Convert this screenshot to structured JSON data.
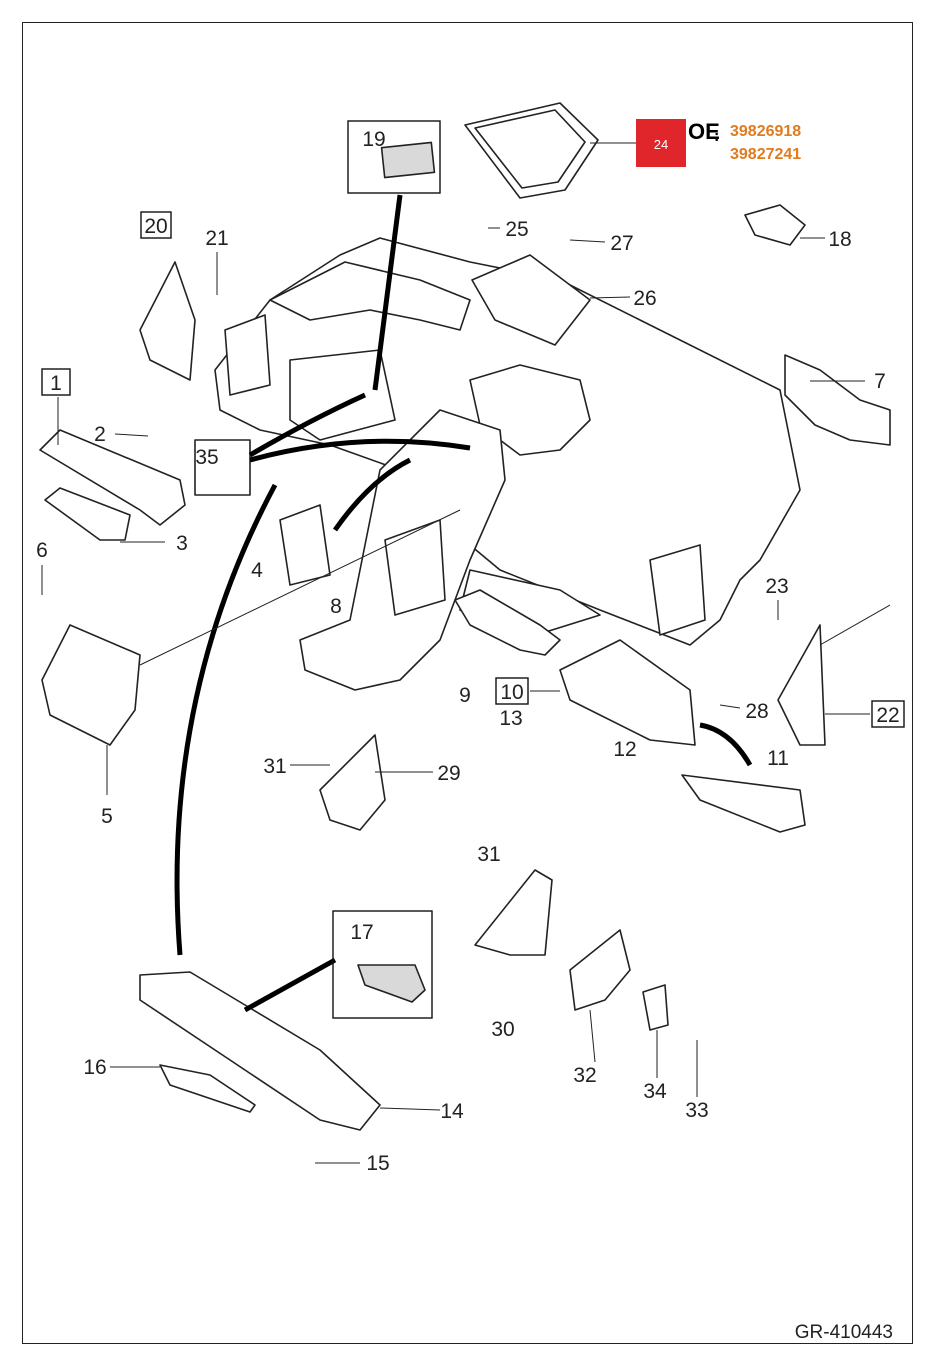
{
  "diagram": {
    "reference_code": "GR-410443",
    "highlight": {
      "part_number": "24",
      "color": "#e0252b",
      "oe_prefix": "OE",
      "oe_separator": ":",
      "oe_numbers": [
        "39826918",
        "39827241"
      ],
      "oe_color": "#e07b1e"
    },
    "labels": [
      {
        "id": "1",
        "text": "1",
        "boxed": true
      },
      {
        "id": "2",
        "text": "2",
        "boxed": false
      },
      {
        "id": "3",
        "text": "3",
        "boxed": false
      },
      {
        "id": "4",
        "text": "4",
        "boxed": false
      },
      {
        "id": "5",
        "text": "5",
        "boxed": false
      },
      {
        "id": "6",
        "text": "6",
        "boxed": false
      },
      {
        "id": "7",
        "text": "7",
        "boxed": false
      },
      {
        "id": "8",
        "text": "8",
        "boxed": false
      },
      {
        "id": "9",
        "text": "9",
        "boxed": false
      },
      {
        "id": "10",
        "text": "10",
        "boxed": true
      },
      {
        "id": "11",
        "text": "11",
        "boxed": false
      },
      {
        "id": "12",
        "text": "12",
        "boxed": false
      },
      {
        "id": "13",
        "text": "13",
        "boxed": false
      },
      {
        "id": "14",
        "text": "14",
        "boxed": false
      },
      {
        "id": "15",
        "text": "15",
        "boxed": false
      },
      {
        "id": "16",
        "text": "16",
        "boxed": false
      },
      {
        "id": "17",
        "text": "17",
        "boxed": false
      },
      {
        "id": "18",
        "text": "18",
        "boxed": false
      },
      {
        "id": "19",
        "text": "19",
        "boxed": false
      },
      {
        "id": "20",
        "text": "20",
        "boxed": true
      },
      {
        "id": "21",
        "text": "21",
        "boxed": false
      },
      {
        "id": "22",
        "text": "22",
        "boxed": true
      },
      {
        "id": "23",
        "text": "23",
        "boxed": false
      },
      {
        "id": "25",
        "text": "25",
        "boxed": false
      },
      {
        "id": "26",
        "text": "26",
        "boxed": false
      },
      {
        "id": "27",
        "text": "27",
        "boxed": false
      },
      {
        "id": "28",
        "text": "28",
        "boxed": false
      },
      {
        "id": "29",
        "text": "29",
        "boxed": false
      },
      {
        "id": "30",
        "text": "30",
        "boxed": false
      },
      {
        "id": "31a",
        "text": "31",
        "boxed": false
      },
      {
        "id": "31b",
        "text": "31",
        "boxed": false
      },
      {
        "id": "32",
        "text": "32",
        "boxed": false
      },
      {
        "id": "33",
        "text": "33",
        "boxed": false
      },
      {
        "id": "34",
        "text": "34",
        "boxed": false
      },
      {
        "id": "35",
        "text": "35",
        "boxed": false
      }
    ]
  }
}
